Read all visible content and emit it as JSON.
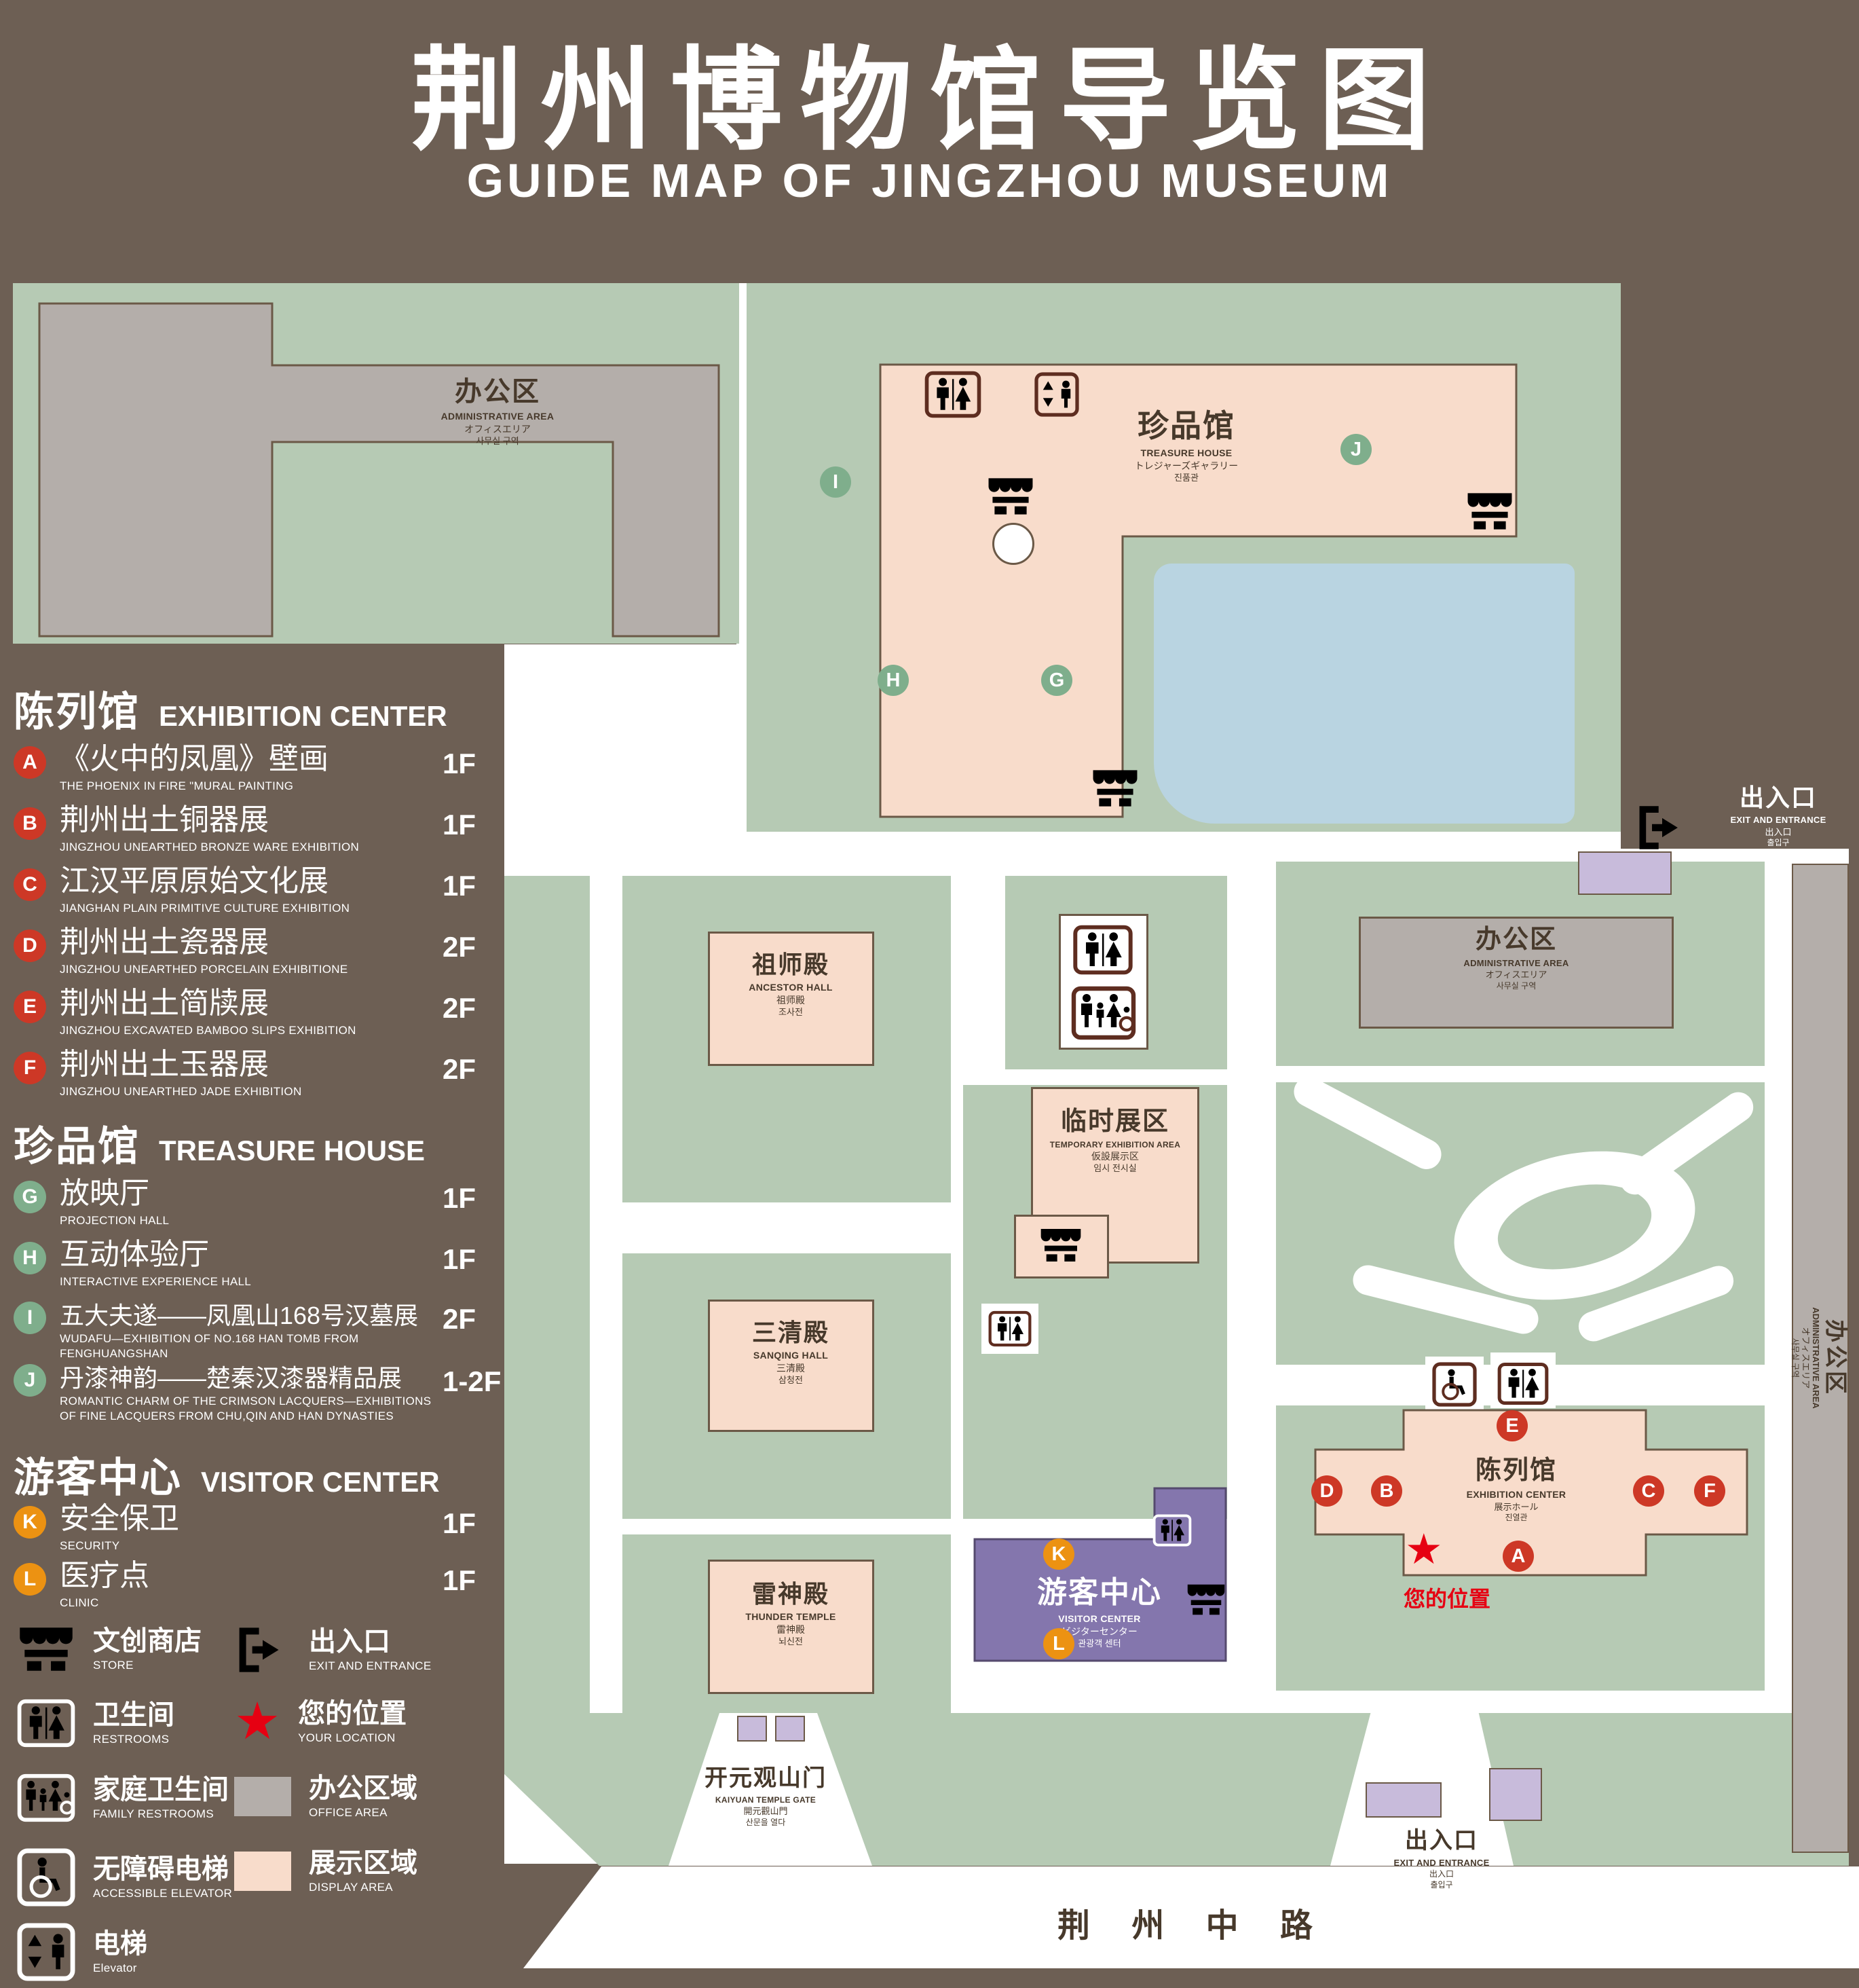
{
  "title": {
    "zh": "荆州博物馆导览图",
    "en": "GUIDE MAP OF JINGZHOU MUSEUM"
  },
  "legend": {
    "sections": [
      {
        "zh": "陈列馆",
        "en": "EXHIBITION CENTER"
      },
      {
        "zh": "珍品馆",
        "en": "TREASURE HOUSE"
      },
      {
        "zh": "游客中心",
        "en": "VISITOR CENTER"
      }
    ],
    "items": [
      {
        "letter": "A",
        "zh": "《火中的凤凰》壁画",
        "en": "THE PHOENIX IN FIRE \"MURAL PAINTING",
        "floor": "1F"
      },
      {
        "letter": "B",
        "zh": "荆州出土铜器展",
        "en": "JINGZHOU UNEARTHED BRONZE WARE EXHIBITION",
        "floor": "1F"
      },
      {
        "letter": "C",
        "zh": "江汉平原原始文化展",
        "en": "JIANGHAN PLAIN PRIMITIVE CULTURE EXHIBITION",
        "floor": "1F"
      },
      {
        "letter": "D",
        "zh": "荆州出土瓷器展",
        "en": "JINGZHOU UNEARTHED PORCELAIN EXHIBITIONE",
        "floor": "2F"
      },
      {
        "letter": "E",
        "zh": "荆州出土简牍展",
        "en": "JINGZHOU EXCAVATED BAMBOO SLIPS EXHIBITION",
        "floor": "2F"
      },
      {
        "letter": "F",
        "zh": "荆州出土玉器展",
        "en": "JINGZHOU UNEARTHED JADE EXHIBITION",
        "floor": "2F"
      },
      {
        "letter": "G",
        "zh": "放映厅",
        "en": "PROJECTION HALL",
        "floor": "1F"
      },
      {
        "letter": "H",
        "zh": "互动体验厅",
        "en": "INTERACTIVE EXPERIENCE HALL",
        "floor": "1F"
      },
      {
        "letter": "I",
        "zh": "五大夫遂——凤凰山168号汉墓展",
        "en": "WUDAFU—EXHIBITION OF NO.168 HAN TOMB FROM FENGHUANGSHAN",
        "floor": "2F"
      },
      {
        "letter": "J",
        "zh": "丹漆神韵——楚秦汉漆器精品展",
        "en": "ROMANTIC CHARM OF THE CRIMSON LACQUERS—EXHIBITIONS OF FINE LACQUERS FROM CHU,QIN AND HAN DYNASTIES",
        "floor": "1-2F"
      },
      {
        "letter": "K",
        "zh": "安全保卫",
        "en": "SECURITY",
        "floor": "1F"
      },
      {
        "letter": "L",
        "zh": "医疗点",
        "en": "CLINIC",
        "floor": "1F"
      }
    ],
    "symbols": [
      {
        "zh": "文创商店",
        "en": "STORE"
      },
      {
        "zh": "出入口",
        "en": "EXIT AND ENTRANCE"
      },
      {
        "zh": "卫生间",
        "en": "RESTROOMS"
      },
      {
        "zh": "您的位置",
        "en": "YOUR LOCATION"
      },
      {
        "zh": "家庭卫生间",
        "en": "FAMILY RESTROOMS"
      },
      {
        "zh": "办公区域",
        "en": "OFFICE AREA"
      },
      {
        "zh": "无障碍电梯",
        "en": "ACCESSIBLE ELEVATOR"
      },
      {
        "zh": "展示区域",
        "en": "DISPLAY AREA"
      },
      {
        "zh": "电梯",
        "en": "Elevator"
      }
    ]
  },
  "map": {
    "admin_top": {
      "zh": "办公区",
      "en": "ADMINISTRATIVE AREA",
      "ja": "オフィスエリア",
      "ko": "사무실 구역"
    },
    "treasure": {
      "zh": "珍品馆",
      "en": "TREASURE HOUSE",
      "ja": "トレジャーズギャラリー",
      "ko": "진품관"
    },
    "ancestor": {
      "zh": "祖师殿",
      "en": "ANCESTOR HALL",
      "ja": "祖师殿",
      "ko": "조사전"
    },
    "sanqing": {
      "zh": "三清殿",
      "en": "SANQING HALL",
      "ja": "三清殿",
      "ko": "삼청전"
    },
    "thunder": {
      "zh": "雷神殿",
      "en": "THUNDER TEMPLE",
      "ja": "雷神殿",
      "ko": "뇌신전"
    },
    "temporary": {
      "zh": "临时展区",
      "en": "TEMPORARY EXHIBITION AREA",
      "ja": "仮設展示区",
      "ko": "임시 전시실"
    },
    "admin_right": {
      "zh": "办公区",
      "en": "ADMINISTRATIVE AREA",
      "ja": "オフィスエリア",
      "ko": "사무실 구역"
    },
    "admin_strip": {
      "zh": "办公区",
      "en": "ADMINISTRATIVE AREA",
      "ja": "オフィスエリア",
      "ko": "사무실 구역"
    },
    "exhibition": {
      "zh": "陈列馆",
      "en": "EXHIBITION CENTER",
      "ja": "展示ホール",
      "ko": "진열관"
    },
    "visitor": {
      "zh": "游客中心",
      "en": "VISITOR CENTER",
      "ja": "ビジターセンター",
      "ko": "관광객 센터"
    },
    "gate": {
      "zh": "开元观山门",
      "en": "KAIYUAN TEMPLE GATE",
      "ja": "開元觀山門",
      "ko": "산문을 열다"
    },
    "exit_right": {
      "zh": "出入口",
      "en": "EXIT AND ENTRANCE",
      "zh2": "出入口",
      "ko": "출입구"
    },
    "exit_bottom": {
      "zh": "出入口",
      "en": "EXIT AND ENTRANCE",
      "zh2": "出入口",
      "ko": "출입구"
    },
    "your_location": "您的位置",
    "road": "荆 州 中 路",
    "markers": {
      "A": "A",
      "B": "B",
      "C": "C",
      "D": "D",
      "E": "E",
      "F": "F",
      "G": "G",
      "H": "H",
      "I": "I",
      "J": "J",
      "K": "K",
      "L": "L"
    }
  }
}
